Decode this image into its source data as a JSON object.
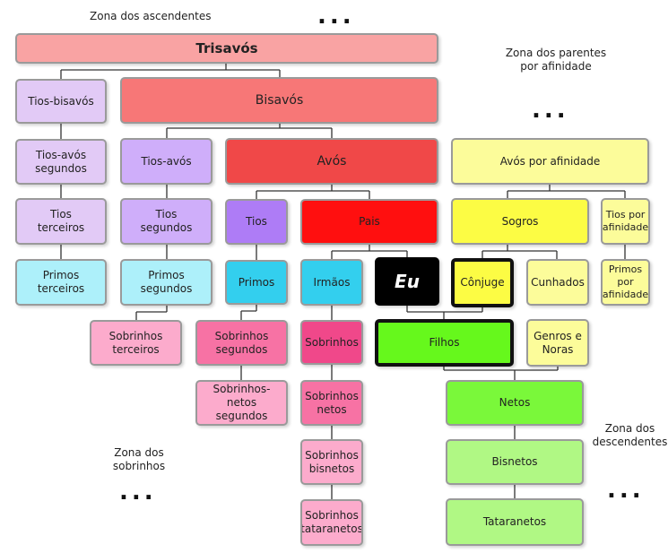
{
  "zones": {
    "ascendentes": "Zona dos ascendentes",
    "afinidade": "Zona dos parentes\npor afinidade",
    "sobrinhos": "Zona dos\nsobrinhos",
    "descendentes": "Zona dos\ndescendentes"
  },
  "ellipsis": "...",
  "nodes": {
    "trisavos": "Trisavós",
    "tios_bisavos": "Tios-bisavós",
    "bisavos": "Bisavós",
    "tios_avos_segundos": "Tios-avós\nsegundos",
    "tios_avos": "Tios-avós",
    "avos": "Avós",
    "tios_terceiros": "Tios\nterceiros",
    "tios_segundos": "Tios\nsegundos",
    "tios": "Tios",
    "pais": "Pais",
    "primos_terceiros": "Primos\nterceiros",
    "primos_segundos": "Primos\nsegundos",
    "primos": "Primos",
    "irmaos": "Irmãos",
    "eu": "Eu",
    "conjuge": "Cônjuge",
    "cunhados": "Cunhados",
    "avos_afinidade": "Avós por afinidade",
    "sogros": "Sogros",
    "tios_afinidade": "Tios por\nafinidade",
    "primos_afinidade": "Primos\npor\nafinidade",
    "sobrinhos_terceiros": "Sobrinhos\nterceiros",
    "sobrinhos_segundos": "Sobrinhos\nsegundos",
    "sobrinhos": "Sobrinhos",
    "filhos": "Filhos",
    "genros_noras": "Genros e\nNoras",
    "sobrinhos_netos_segundos": "Sobrinhos-netos\nsegundos",
    "sobrinhos_netos": "Sobrinhos\nnetos",
    "netos": "Netos",
    "sobrinhos_bisnetos": "Sobrinhos\nbisnetos",
    "bisnetos": "Bisnetos",
    "sobrinhos_tataranetos": "Sobrinhos\ntataranetos",
    "tataranetos": "Tataranetos"
  },
  "colors": {
    "rose": "#f9a3a3",
    "salmon": "#f77777",
    "red": "#f04848",
    "bright_red": "#ff0f0f",
    "lavender": "#e2caf6",
    "light_purple": "#cfaefa",
    "purple": "#ae7cf6",
    "light_cyan": "#adf0fa",
    "cyan": "#33cfee",
    "light_yellow": "#fcfc9a",
    "yellow": "#fcfc44",
    "light_pink": "#fcabcc",
    "pink": "#f772a4",
    "hot_pink": "#f0488a",
    "light_green": "#b0f884",
    "green": "#7af83a",
    "lime": "#66f81c",
    "black": "#000000"
  }
}
